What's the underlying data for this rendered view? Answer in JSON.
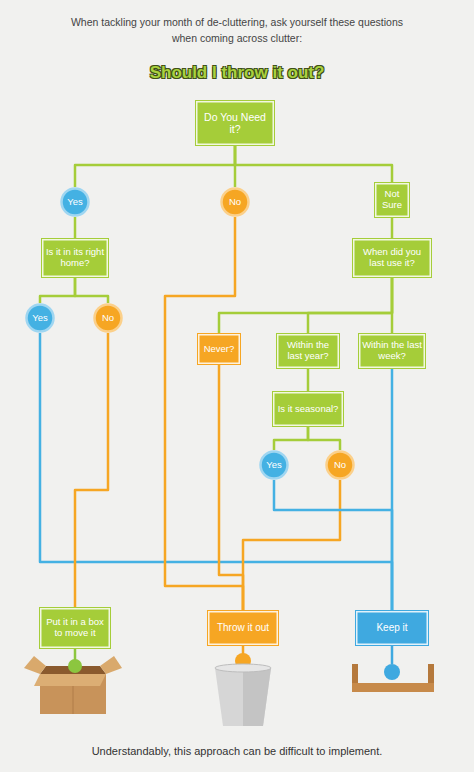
{
  "diagram": {
    "title": "Should I throw it out?",
    "caption": "Understandably, this approach can be difficult to implement.",
    "nodes": [
      {
        "text": [
          "Do You Need it?"
        ]
      },
      {
        "text": [
          "Yes"
        ]
      },
      {
        "text": [
          "No"
        ]
      },
      {
        "text": [
          "Not Sure"
        ]
      },
      {
        "text": [
          "Is it in its right home?"
        ]
      },
      {
        "text": [
          "When did you last use it?"
        ]
      },
      {
        "text": [
          "Yes"
        ]
      },
      {
        "text": [
          "No"
        ]
      },
      {
        "text": [
          "Never?"
        ]
      },
      {
        "text": [
          "Within the last year?"
        ]
      },
      {
        "text": [
          "Within the last week?"
        ]
      },
      {
        "text": [
          "Is it seasonal?"
        ]
      },
      {
        "text": [
          "Yes"
        ]
      },
      {
        "text": [
          "No"
        ]
      },
      {
        "text": [
          "Put it in a box to move it"
        ]
      },
      {
        "text": [
          "Throw it out"
        ]
      },
      {
        "text": [
          "Keep it"
        ]
      }
    ],
    "edges": [
      {
        "from": 0,
        "to": 1,
        "arrow": "none"
      },
      {
        "from": 0,
        "to": 2,
        "arrow": "none"
      },
      {
        "from": 0,
        "to": 3,
        "arrow": "none"
      },
      {
        "from": 1,
        "to": 4,
        "arrow": "none"
      },
      {
        "from": 4,
        "to": 6,
        "arrow": "none"
      },
      {
        "from": 4,
        "to": 7,
        "arrow": "none"
      },
      {
        "from": 3,
        "to": 5,
        "arrow": "none"
      },
      {
        "from": 5,
        "to": 8,
        "arrow": "none"
      },
      {
        "from": 5,
        "to": 9,
        "arrow": "none"
      },
      {
        "from": 5,
        "to": 10,
        "arrow": "none"
      },
      {
        "from": 9,
        "to": 11,
        "arrow": "none"
      },
      {
        "from": 11,
        "to": 12,
        "arrow": "none"
      },
      {
        "from": 11,
        "to": 13,
        "arrow": "none"
      },
      {
        "from": 6,
        "to": 16,
        "arrow": "none"
      },
      {
        "from": 7,
        "to": 14,
        "arrow": "none"
      },
      {
        "from": 2,
        "to": 15,
        "arrow": "none"
      },
      {
        "from": 8,
        "to": 15,
        "arrow": "none"
      },
      {
        "from": 13,
        "to": 15,
        "arrow": "none"
      },
      {
        "from": 12,
        "to": 16,
        "arrow": "none"
      },
      {
        "from": 10,
        "to": 16,
        "arrow": "none"
      }
    ],
    "labels": [
      "When tackling your month of de-cluttering, ask yourself these questions when coming across clutter:"
    ]
  }
}
